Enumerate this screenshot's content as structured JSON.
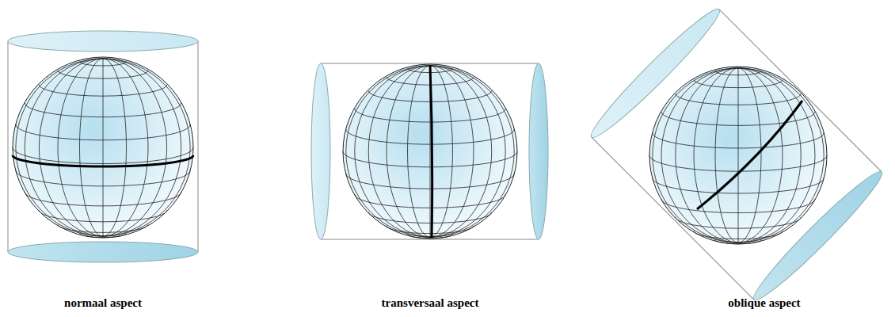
{
  "diagram": {
    "labels": [
      "normaal aspect",
      "transversaal aspect",
      "oblique aspect"
    ]
  }
}
